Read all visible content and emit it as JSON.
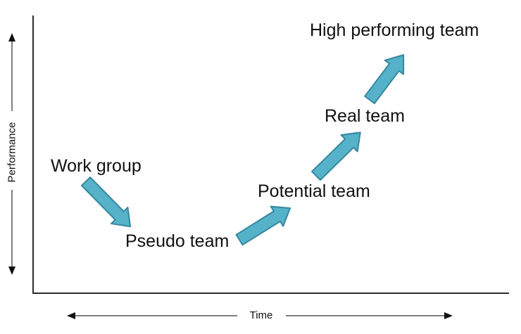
{
  "diagram": {
    "type": "team-performance-curve",
    "y_axis_label": "Performance",
    "x_axis_label": "Time",
    "stages": [
      {
        "label": "Work group"
      },
      {
        "label": "Pseudo team"
      },
      {
        "label": "Potential team"
      },
      {
        "label": "Real team"
      },
      {
        "label": "High performing team"
      }
    ],
    "flow": [
      "Work group -> Pseudo team (performance drops)",
      "Pseudo team -> Potential team (performance rises)",
      "Potential team -> Real team (performance rises)",
      "Real team -> High performing team (performance rises steeply)"
    ]
  },
  "colors": {
    "background": "#ffffff",
    "text": "#111111",
    "axis": "#2e2e2e",
    "guide_line": "#7f7f7f",
    "arrowhead": "#111111",
    "arrow_fill": "#55b2c9",
    "arrow_stroke": "#35889f"
  }
}
